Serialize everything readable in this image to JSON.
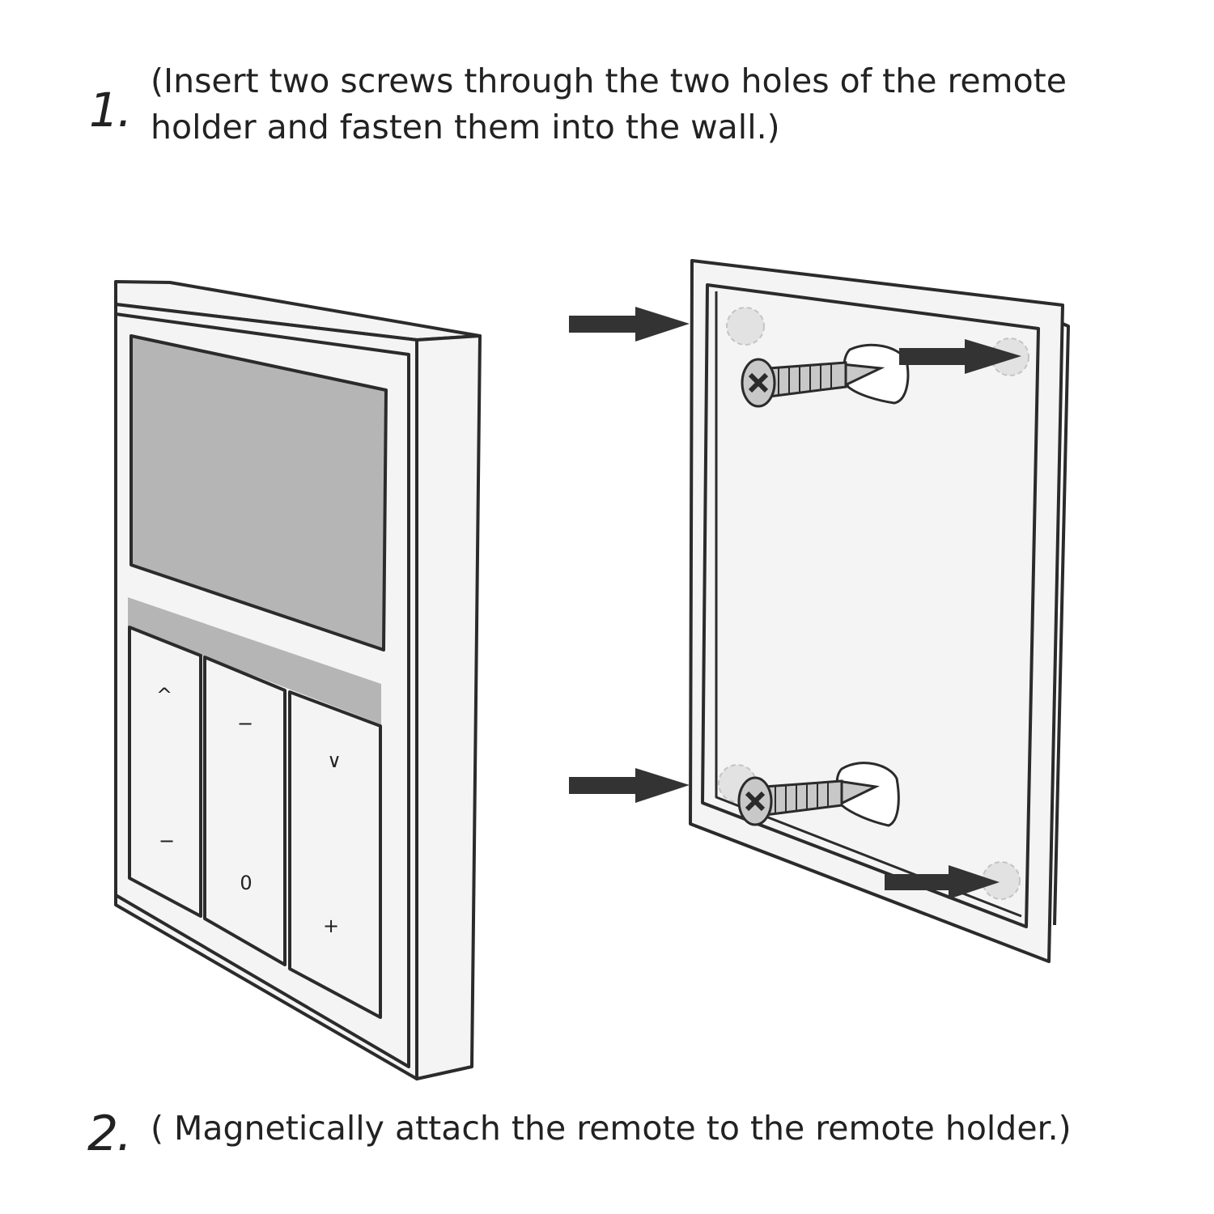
{
  "step1": {
    "number": "1.",
    "line1": "(Insert two screws through the two holes of the remote",
    "line2": "holder and fasten them into the wall.)"
  },
  "step2": {
    "number": "2.",
    "text": "( Magnetically attach the remote to the remote holder.)"
  },
  "remote": {
    "buttons": [
      {
        "top": "^",
        "bottom": "−"
      },
      {
        "top": "−",
        "bottom": "0"
      },
      {
        "top": "∨",
        "bottom": "+"
      }
    ]
  },
  "colors": {
    "line": "#2b2b2b",
    "face": "#f4f4f4",
    "screen": "#b5b5b5",
    "arrow": "#333333",
    "hole": "#e2e2e2"
  }
}
